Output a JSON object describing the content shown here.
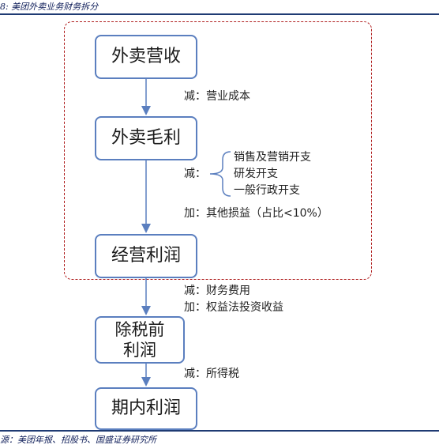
{
  "header": {
    "figure_title": "8: 美团外卖业务财务拆分"
  },
  "footer": {
    "source_text": "源：美团年报、招股书、国盛证券研究所"
  },
  "nodes": {
    "revenue": "外卖营收",
    "gross_profit": "外卖毛利",
    "operating_profit": "经营利润",
    "pretax_profit": "除税前利润",
    "net_profit": "期内利润"
  },
  "annotations": {
    "less_cost": "减：营业成本",
    "less_prefix": "减：",
    "expense_group": [
      "销售及营销开支",
      "研发开支",
      "一般行政开支"
    ],
    "plus_other": "加：其他损益（占比<10%）",
    "less_finance": "减：财务费用",
    "plus_equity": "加：权益法投资收益",
    "less_tax": "减：所得税"
  },
  "colors": {
    "node_border": "#5b7fbf",
    "arrow": "#5b7fbf",
    "dashed_frame": "#b02020",
    "caption": "#0f1e5a",
    "rule": "#1f3b73"
  }
}
